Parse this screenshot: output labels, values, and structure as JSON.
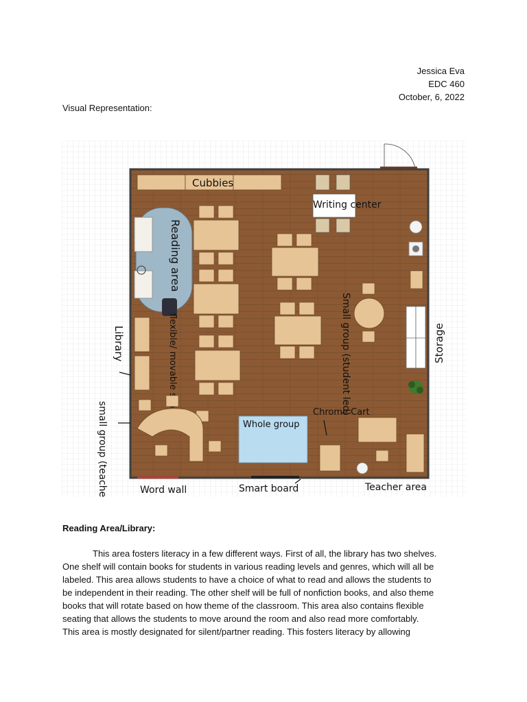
{
  "header": {
    "name": "Jessica Eva",
    "course": "EDC 460",
    "date": "October, 6, 2022"
  },
  "visual_label": "Visual Representation:",
  "floor_plan": {
    "labels": {
      "cubbies": "Cubbies",
      "writing_center": "Writing center",
      "reading_area": "Reading area",
      "small_group_student": "Small group (student led)",
      "storage": "Storage",
      "library": "Library",
      "flexible_seating": "flexible/ movable seating",
      "small_group_teacher": "small group (teacher led)",
      "whole_group": "Whole group",
      "chrome_cart": "Chrome Cart",
      "word_wall": "Word wall",
      "smart_board": "Smart board",
      "teacher_area": "Teacher area"
    },
    "colors": {
      "floor": "#8b5a34",
      "table": "#e7c495",
      "rug": "#9fb8c8",
      "whole_group_rug": "#b9dcf1",
      "wall": "#3f3f3f",
      "grid": "#dcdcdc"
    }
  },
  "section": {
    "heading": "Reading Area/Library:",
    "paragraph_lines": [
      "This area fosters literacy in a few different ways. First of all, the library has two shelves.",
      "One shelf will contain books for students in various reading levels and genres, which will all be",
      "labeled. This area allows students to have a choice of what to read and allows the students to",
      "be independent in their reading. The other shelf will be full of nonfiction books, and also theme",
      "books that will rotate based on how theme of the classroom. This area also contains flexible",
      "seating that allows the students to move around the room and also read more comfortably.",
      "This area is mostly designated for silent/partner reading. This fosters literacy by allowing"
    ]
  }
}
